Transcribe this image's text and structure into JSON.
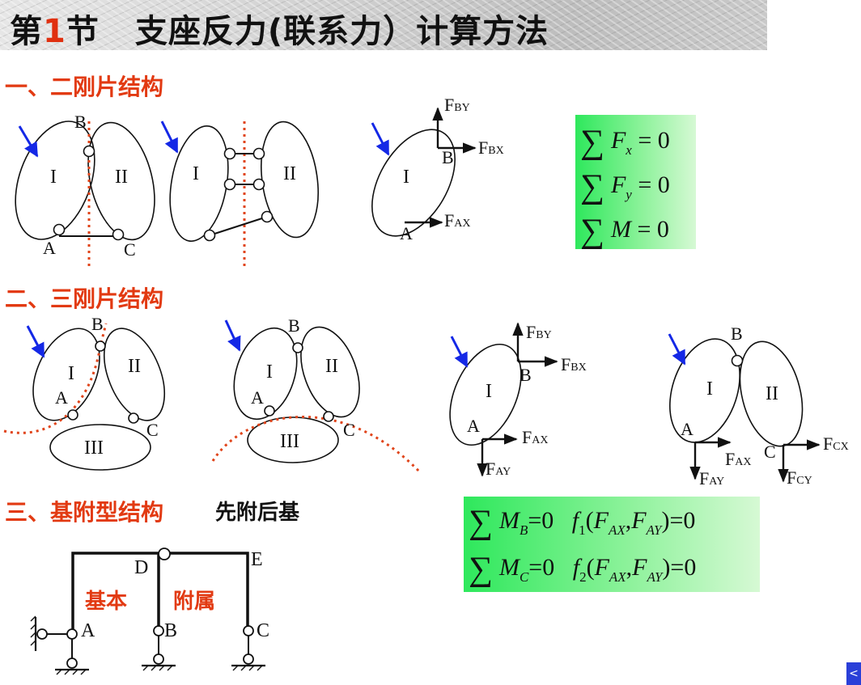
{
  "title": {
    "prefix": "第",
    "number": "1",
    "suffix": "节",
    "main": "支座反力(联系力）计算方法"
  },
  "sections": [
    {
      "label": "一、二刚片结构"
    },
    {
      "label": "二、三刚片结构"
    },
    {
      "label": "三、基附型结构"
    }
  ],
  "note": "先附后基",
  "labels": {
    "I": "I",
    "II": "II",
    "III": "III",
    "A": "A",
    "B": "B",
    "C": "C",
    "D": "D",
    "E": "E",
    "F": "F",
    "BY": "BY",
    "BX": "BX",
    "AX": "AX",
    "AY": "AY",
    "CX": "CX",
    "CY": "CY",
    "basic": "基本",
    "attached": "附属"
  },
  "equations_1": {
    "sigma": "∑",
    "rows": [
      {
        "var": "F",
        "sub": "x",
        "rhs": "= 0"
      },
      {
        "var": "F",
        "sub": "y",
        "rhs": "= 0"
      },
      {
        "var": "M",
        "sub": "",
        "rhs": "= 0"
      }
    ]
  },
  "equations_2": {
    "sigma": "∑",
    "rows": [
      {
        "var": "M",
        "sub": "B",
        "rhs": "=0",
        "f": "f",
        "fnum": "1",
        "open": "(",
        "a": "F",
        "asub": "AX",
        "comma": ",",
        "b": "F",
        "bsub": "AY",
        "close": ")=0"
      },
      {
        "var": "M",
        "sub": "C",
        "rhs": "=0",
        "f": "f",
        "fnum": "2",
        "open": "(",
        "a": "F",
        "asub": "AX",
        "comma": ",",
        "b": "F",
        "bsub": "AY",
        "close": ")=0"
      }
    ]
  },
  "colors": {
    "accent": "#e23a12",
    "arrow": "#1428e6",
    "dotted": "#e0441a",
    "eq_bg": "#3ee86a"
  },
  "nav": {
    "label": "<"
  }
}
